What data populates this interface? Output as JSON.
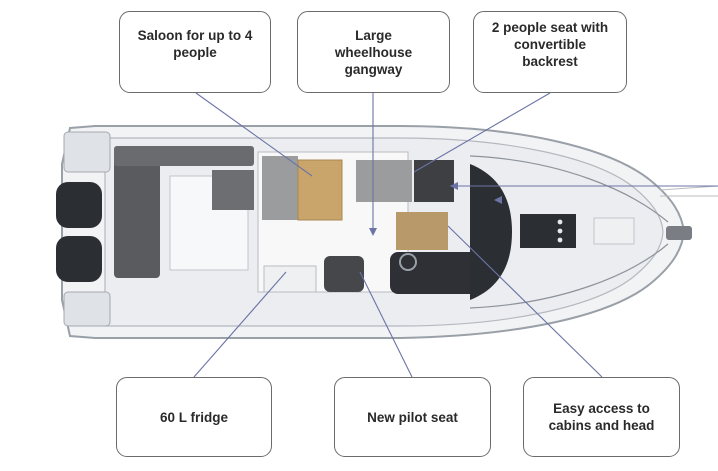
{
  "callouts": {
    "saloon": "Saloon for up to 4\npeople",
    "wheelhouse": "Large\nwheelhouse\ngangway",
    "seat": "2 people seat with\nconvertible\nbackrest",
    "fridge": "60 L fridge",
    "pilot": "New pilot seat",
    "access": "Easy access to\ncabins and head"
  },
  "colors": {
    "hull_outline": "#9aa0a8",
    "deck": "#f2f3f5",
    "engine": "#2b2e33",
    "wood": "#c9a56b",
    "upholstery": "#9b9c9d",
    "dark_upholstery": "#5a5b5e",
    "leader_line": "#6c74a6",
    "box_border": "#6b6b6b"
  }
}
